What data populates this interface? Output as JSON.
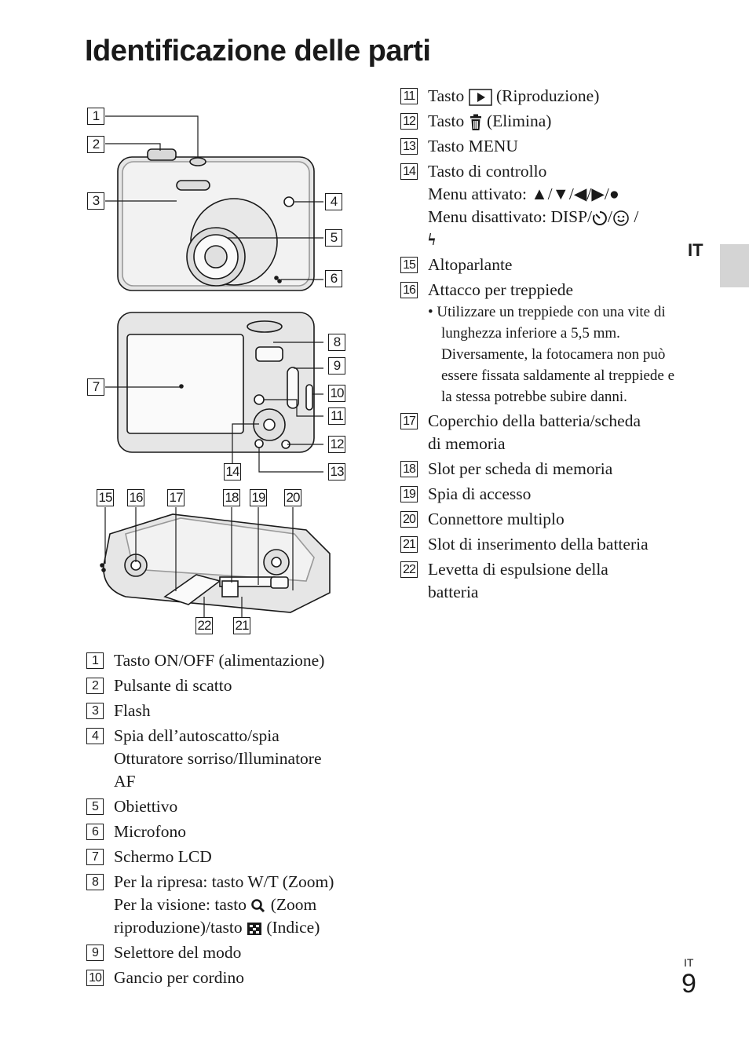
{
  "page": {
    "title": "Identificazione delle parti",
    "lang_tab": "IT",
    "footer_lang": "IT",
    "page_number": "9",
    "tab_color": "#d4d4d4"
  },
  "figure_labels": [
    "1",
    "2",
    "3",
    "4",
    "5",
    "6",
    "7",
    "8",
    "9",
    "10",
    "11",
    "12",
    "13",
    "14",
    "15",
    "16",
    "17",
    "18",
    "19",
    "20",
    "21",
    "22"
  ],
  "parts_left": [
    {
      "num": "1",
      "lines": [
        "Tasto ON/OFF (alimentazione)"
      ]
    },
    {
      "num": "2",
      "lines": [
        "Pulsante di scatto"
      ]
    },
    {
      "num": "3",
      "lines": [
        "Flash"
      ]
    },
    {
      "num": "4",
      "lines": [
        "Spia dell’autoscatto/spia",
        "Otturatore sorriso/Illuminatore",
        "AF"
      ]
    },
    {
      "num": "5",
      "lines": [
        "Obiettivo"
      ]
    },
    {
      "num": "6",
      "lines": [
        "Microfono"
      ]
    },
    {
      "num": "7",
      "lines": [
        "Schermo LCD"
      ]
    },
    {
      "num": "8",
      "line1": "Per la ripresa: tasto W/T (Zoom)",
      "line2a": "Per la visione: tasto",
      "line2b": "(Zoom",
      "line3a": "riproduzione)/tasto",
      "line3b": "(Indice)"
    },
    {
      "num": "9",
      "lines": [
        "Selettore del modo"
      ]
    },
    {
      "num": "10",
      "lines": [
        "Gancio per cordino"
      ]
    }
  ],
  "parts_right": [
    {
      "num": "11",
      "text_a": "Tasto",
      "text_b": "(Riproduzione)"
    },
    {
      "num": "12",
      "text_a": "Tasto",
      "text_b": "(Elimina)"
    },
    {
      "num": "13",
      "text": "Tasto MENU"
    },
    {
      "num": "14",
      "text": "Tasto di controllo",
      "sub1": "Menu attivato: ▲/▼/◀/▶/●",
      "sub2": "Menu disattivato: DISP/",
      "sub2_sep1": "/",
      "sub2_sep2": " /",
      "sub3": "ϟ"
    },
    {
      "num": "15",
      "text": "Altoparlante"
    },
    {
      "num": "16",
      "text": "Attacco per treppiede",
      "note": "• Utilizzare un treppiede con una vite di lunghezza inferiore a 5,5 mm. Diversamente, la fotocamera non può essere fissata saldamente al treppiede e la stessa potrebbe subire danni."
    },
    {
      "num": "17",
      "lines": [
        "Coperchio della batteria/scheda",
        "di memoria"
      ]
    },
    {
      "num": "18",
      "text": "Slot per scheda di memoria"
    },
    {
      "num": "19",
      "text": "Spia di accesso"
    },
    {
      "num": "20",
      "text": "Connettore multiplo"
    },
    {
      "num": "21",
      "text": "Slot di inserimento della batteria"
    },
    {
      "num": "22",
      "lines": [
        "Levetta di espulsione della",
        "batteria"
      ]
    }
  ]
}
